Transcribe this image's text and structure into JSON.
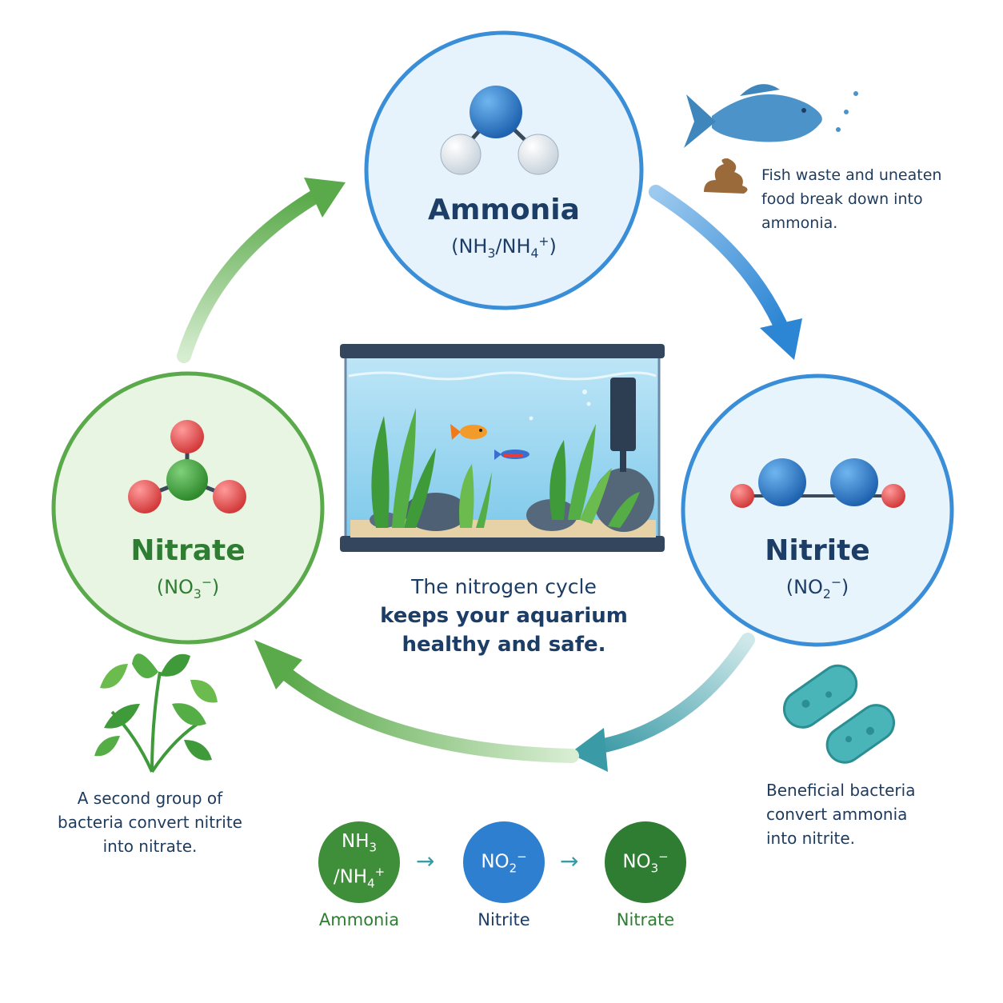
{
  "nodes": {
    "ammonia": {
      "title": "Ammonia",
      "formula_main": "(NH",
      "formula_sub": "3",
      "formula_mid": "/NH",
      "formula_sub2": "4",
      "formula_sup": "+",
      "formula_end": ")"
    },
    "nitrite": {
      "title": "Nitrite",
      "formula_main": "(NO",
      "formula_sub": "2",
      "formula_sup": "−",
      "formula_end": ")"
    },
    "nitrate": {
      "title": "Nitrate",
      "formula_main": "(NO",
      "formula_sub": "3",
      "formula_sup": "−",
      "formula_end": ")"
    }
  },
  "captions": {
    "ammonia_source": [
      "Fish waste and uneaten",
      "food break down into",
      "ammonia."
    ],
    "nitrite_conversion": [
      "Beneficial bacteria",
      "convert ammonia",
      "into nitrite."
    ],
    "nitrate_conversion": [
      "A second group of",
      "bacteria convert nitrite",
      "into nitrate."
    ]
  },
  "center": {
    "line1": "The nitrogen cycle",
    "line2": "keeps your aquarium",
    "line3": "healthy and safe."
  },
  "summary": {
    "ammonia": {
      "label": "Ammonia",
      "f1": "NH",
      "f1sub": "3",
      "f2": "/NH",
      "f2sub": "4",
      "f2sup": "+"
    },
    "nitrite": {
      "label": "Nitrite",
      "f": "NO",
      "fsub": "2",
      "fsup": "−"
    },
    "nitrate": {
      "label": "Nitrate",
      "f": "NO",
      "fsub": "3",
      "fsup": "−"
    },
    "arrow": "→"
  },
  "colors": {
    "blue": "#2f7fd0",
    "dark_blue": "#1c3d66",
    "green": "#3f9a3a",
    "dark_green": "#2e7d32",
    "teal": "#3a9aa6"
  }
}
